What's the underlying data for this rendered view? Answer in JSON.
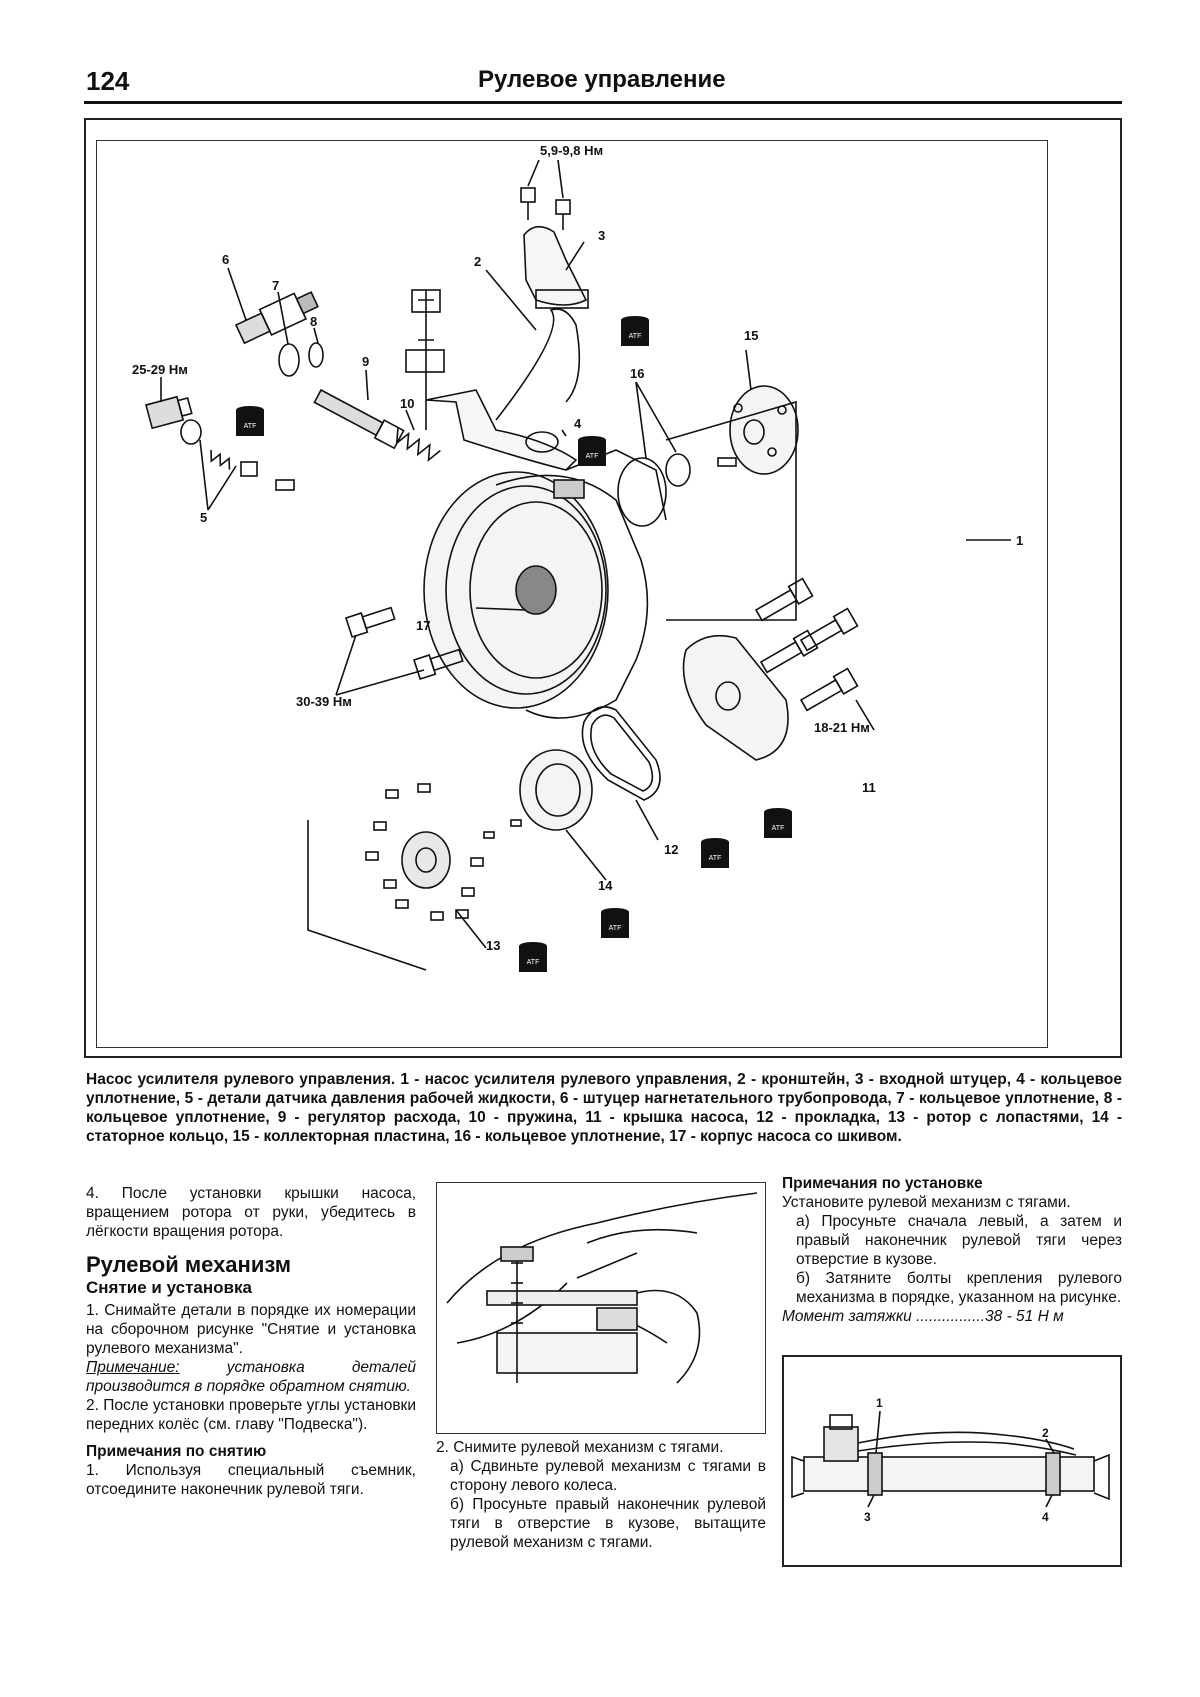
{
  "header": {
    "page_number": "124",
    "title": "Рулевое управление"
  },
  "figure": {
    "callouts": {
      "n1": "1",
      "n2": "2",
      "n3": "3",
      "n4": "4",
      "n5": "5",
      "n6": "6",
      "n7": "7",
      "n8": "8",
      "n9": "9",
      "n10": "10",
      "n11": "11",
      "n12": "12",
      "n13": "13",
      "n14": "14",
      "n15": "15",
      "n16": "16",
      "n17": "17"
    },
    "torques": {
      "t_inlet": "5,9-9,8 Нм",
      "t_fitting": "25-29 Нм",
      "t_pulley": "30-39 Нм",
      "t_cover": "18-21 Нм"
    },
    "atf_label": "ATF"
  },
  "caption": "Насос усилителя рулевого управления. 1 - насос усилителя рулевого управления, 2 - кронштейн, 3 - входной штуцер, 4 - кольцевое уплотнение, 5 - детали датчика давления рабочей жидкости, 6 - штуцер нагнетательного трубопровода, 7 - кольцевое уплотнение, 8 - кольцевое уплотнение, 9 - регулятор расхода, 10 - пружина, 11 - крышка насоса, 12 - прокладка, 13 - ротор с лопастями, 14 - статорное кольцо, 15 - коллекторная пластина, 16 - кольцевое уплотнение, 17 - корпус насоса со шкивом.",
  "left_column": {
    "p4": "4. После установки крышки насоса, вращением ротора от руки, убедитесь в лёгкости вращения ротора.",
    "section_title": "Рулевой механизм",
    "subsection_title": "Снятие и установка",
    "step1": "1. Снимайте детали в порядке их номерации на сборочном рисунке \"Снятие и установка рулевого механизма\".",
    "note_label": "Примечание:",
    "note_text": "установка деталей производится в порядке обратном снятию.",
    "step2": "2. После установки проверьте углы установки передних колёс (см. главу \"Подвеска\").",
    "removal_notes_title": "Примечания по снятию",
    "removal_step1": "1. Используя специальный съемник, отсоедините наконечник рулевой тяги."
  },
  "middle_column": {
    "step2": "2. Снимите рулевой механизм с тягами.",
    "step2a": "а) Сдвиньте рулевой механизм с тягами в сторону левого колеса.",
    "step2b": "б) Просуньте правый наконечник рулевой тяги в отверстие в кузове, вытащите рулевой механизм с тягами."
  },
  "right_column": {
    "install_notes_title": "Примечания по установке",
    "install_intro": "Установите рулевой механизм с тягами.",
    "install_a": "а) Просуньте сначала левый, а затем и правый наконечник рулевой тяги через отверстие в кузове.",
    "install_b": "б) Затяните болты крепления рулевого механизма в порядке, указанном на рисунке.",
    "torque_label": "Момент затяжки",
    "torque_dots": "................",
    "torque_value": "38 - 51 Н м",
    "rack_callouts": {
      "c1": "1",
      "c2": "2",
      "c3": "3",
      "c4": "4"
    }
  }
}
